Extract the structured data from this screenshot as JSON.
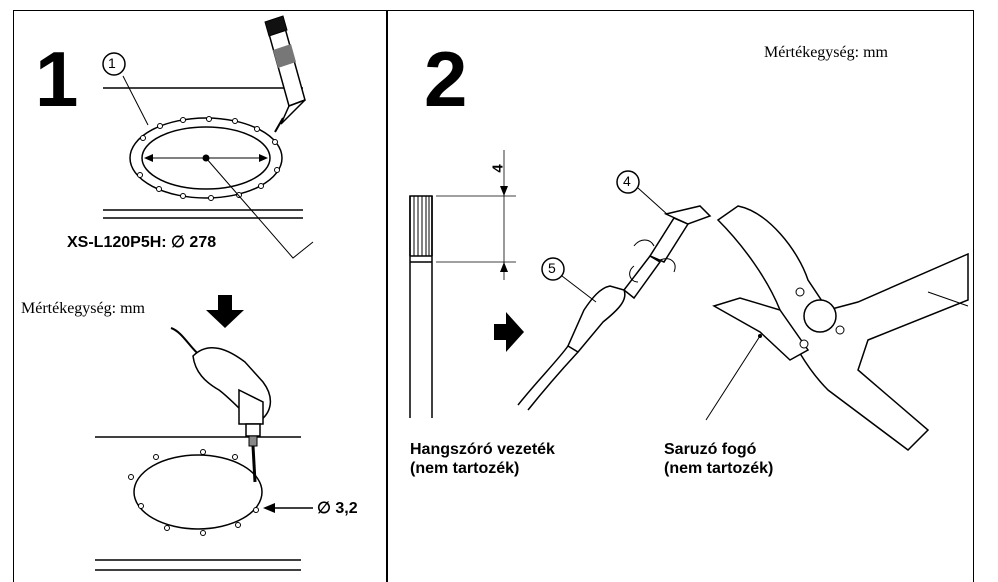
{
  "step1": {
    "number": "1",
    "callout_1": "1",
    "model_label": "XS-L120P5H: ∅ 278",
    "unit_label": "Mértékegység: mm",
    "hole_label": "∅ 3,2"
  },
  "step2": {
    "number": "2",
    "unit_label": "Mértékegység: mm",
    "strip_length": "4",
    "callout_4": "4",
    "callout_5": "5",
    "wire_label_line1": "Hangszóró vezeték",
    "wire_label_line2": "(nem tartozék)",
    "tool_label_line1": "Saruzó fogó",
    "tool_label_line2": "(nem tartozék)"
  }
}
